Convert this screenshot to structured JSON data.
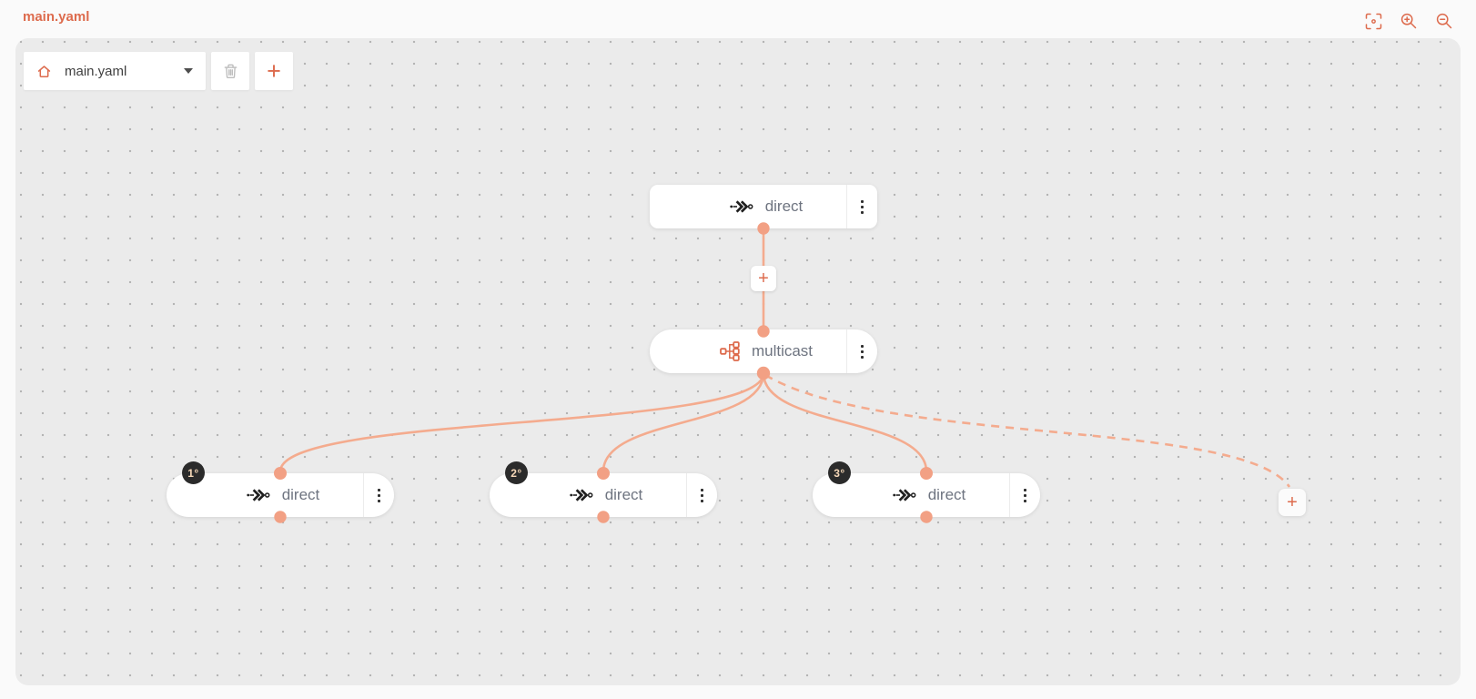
{
  "page": {
    "title": "main.yaml"
  },
  "view_controls": {
    "fit_icon": "fit-to-view",
    "zoom_in_icon": "zoom-in",
    "zoom_out_icon": "zoom-out"
  },
  "toolbar": {
    "flow_selector": {
      "value": "main.yaml",
      "icon": "home-icon"
    },
    "delete_button": {
      "icon": "trash-icon",
      "disabled": true
    },
    "new_flow_button": {
      "label": "+"
    }
  },
  "canvas": {
    "nodes": [
      {
        "id": "direct-source",
        "label": "direct",
        "kind": "direct"
      },
      {
        "id": "multicast",
        "label": "multicast",
        "kind": "multicast"
      },
      {
        "id": "direct-branch-1",
        "label": "direct",
        "kind": "direct",
        "badge": "1°"
      },
      {
        "id": "direct-branch-2",
        "label": "direct",
        "kind": "direct",
        "badge": "2°"
      },
      {
        "id": "direct-branch-3",
        "label": "direct",
        "kind": "direct",
        "badge": "3°"
      }
    ],
    "edges": [
      {
        "from": "direct-source",
        "to": "multicast",
        "style": "solid"
      },
      {
        "from": "multicast",
        "to": "direct-branch-1",
        "style": "solid"
      },
      {
        "from": "multicast",
        "to": "direct-branch-2",
        "style": "solid"
      },
      {
        "from": "multicast",
        "to": "direct-branch-3",
        "style": "solid"
      },
      {
        "from": "multicast",
        "to": "append-branch-button",
        "style": "dashed"
      }
    ],
    "insert_step_button": {
      "label": "+"
    },
    "append_branch_button": {
      "label": "+"
    }
  },
  "colors": {
    "accent": "#dd6b4d",
    "edge": "#f4ab8e",
    "port": "#f2a084",
    "canvas_bg": "#ebebeb",
    "node_text": "#6e7480",
    "badge_bg": "#2b2b2b",
    "badge_text": "#f6d8b8"
  }
}
